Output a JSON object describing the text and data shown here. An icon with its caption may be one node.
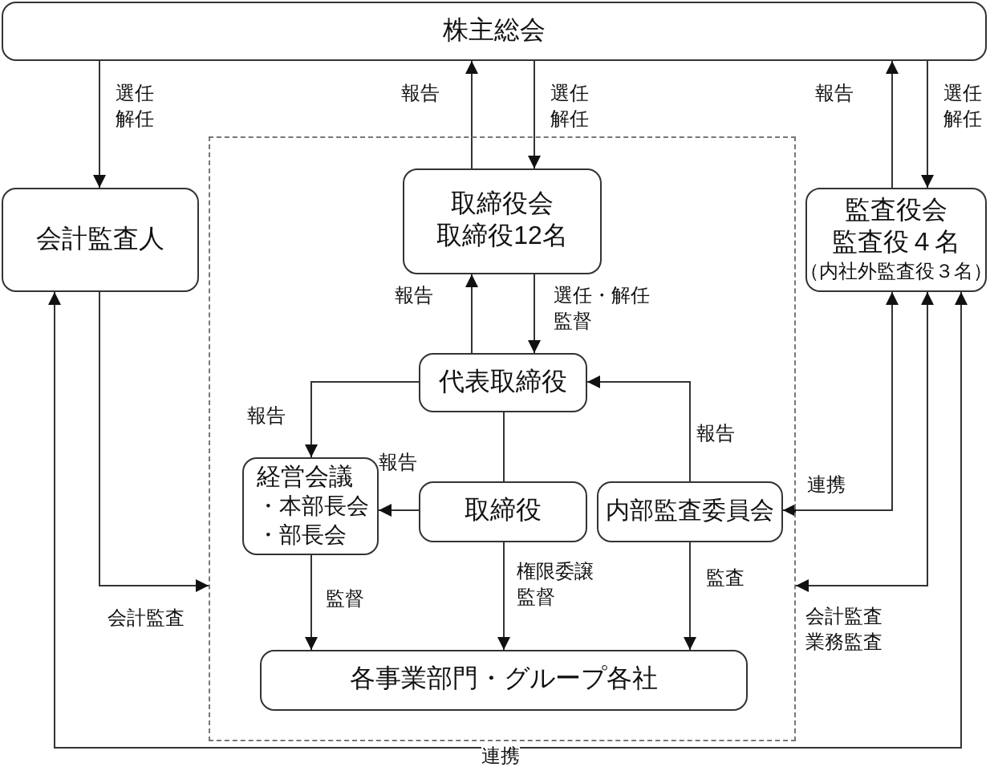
{
  "diagram": {
    "nodes": [
      {
        "text": [
          "株主総会"
        ]
      },
      {
        "text": [
          "会計監査人"
        ]
      },
      {
        "text": [],
        "shape": "box"
      },
      {
        "text": [
          "取締役会",
          "取締役12名"
        ],
        "in": 2
      },
      {
        "text": [
          "監査役会",
          "監査役４名",
          "（内社外監査役３名）"
        ]
      },
      {
        "text": [
          "代表取締役"
        ],
        "in": 2
      },
      {
        "text": [
          "経営会議",
          "・本部長会",
          "・部長会"
        ],
        "in": 2
      },
      {
        "text": [
          "取締役"
        ],
        "in": 2
      },
      {
        "text": [
          "内部監査委員会"
        ],
        "in": 2
      },
      {
        "text": [
          "各事業部門・グループ各社"
        ],
        "in": 2
      }
    ],
    "edges": [
      {
        "from": 0,
        "to": 1,
        "arrow": "to",
        "label": "選任解任"
      },
      {
        "from": 3,
        "to": 0,
        "arrow": "to",
        "label": "報告"
      },
      {
        "from": 0,
        "to": 3,
        "arrow": "to",
        "label": "選任解任"
      },
      {
        "from": 4,
        "to": 0,
        "arrow": "to",
        "label": "報告"
      },
      {
        "from": 0,
        "to": 4,
        "arrow": "to",
        "label": "選任解任"
      },
      {
        "from": 5,
        "to": 3,
        "arrow": "to",
        "label": "報告"
      },
      {
        "from": 3,
        "to": 5,
        "arrow": "to",
        "label": "選任・解任監督"
      },
      {
        "from": 5,
        "to": 6,
        "arrow": "to",
        "label": "報告"
      },
      {
        "from": 8,
        "to": 5,
        "arrow": "to",
        "label": "報告"
      },
      {
        "from": 5,
        "to": 7,
        "arrow": "none"
      },
      {
        "from": 7,
        "to": 6,
        "arrow": "to",
        "label": "報告"
      },
      {
        "from": 4,
        "to": 8,
        "arrow": "both",
        "label": "連携"
      },
      {
        "from": 4,
        "to": 2,
        "arrow": "both",
        "label": "会計監査業務監査"
      },
      {
        "from": 4,
        "to": 1,
        "arrow": "both",
        "label": "連携"
      },
      {
        "from": 1,
        "to": 2,
        "arrow": "to",
        "label": "会計監査"
      },
      {
        "from": 6,
        "to": 9,
        "arrow": "to",
        "label": "監督"
      },
      {
        "from": 7,
        "to": 9,
        "arrow": "to",
        "label": "権限委譲監督"
      },
      {
        "from": 8,
        "to": 9,
        "arrow": "to",
        "label": "監査"
      }
    ]
  }
}
